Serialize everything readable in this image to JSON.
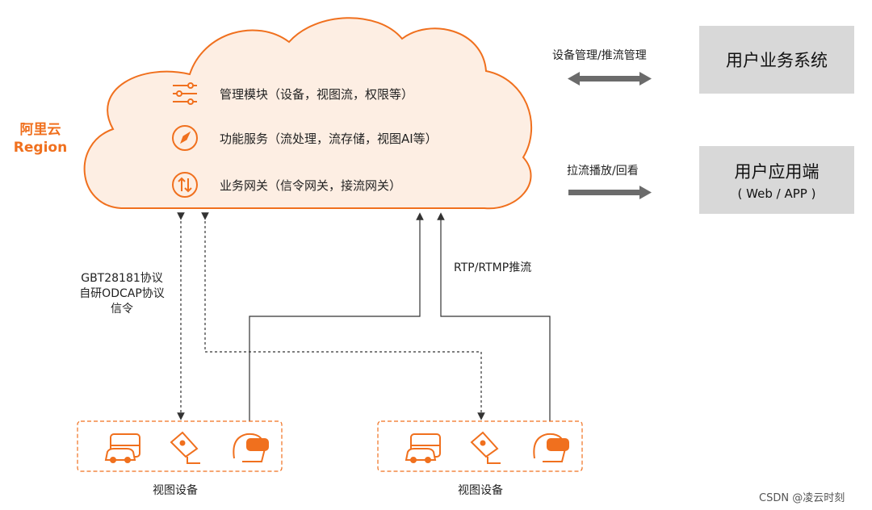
{
  "region": {
    "line1": "阿里云",
    "line2": "Region"
  },
  "cloud": {
    "items": [
      {
        "label": "管理模块（设备，视图流，权限等）",
        "icon": "sliders-icon"
      },
      {
        "label": "功能服务（流处理，流存储，视图AI等）",
        "icon": "compass-icon"
      },
      {
        "label": "业务网关（信令网关，接流网关）",
        "icon": "exchange-icon"
      }
    ]
  },
  "right": {
    "arrow1_label": "设备管理/推流管理",
    "arrow2_label": "拉流播放/回看",
    "box1_title": "用户业务系统",
    "box2_title": "用户应用端",
    "box2_sub": "( Web / APP )"
  },
  "links": {
    "signal_line1": "GBT28181协议",
    "signal_line2": "自研ODCAP协议",
    "signal_line3": "信令",
    "push_label": "RTP/RTMP推流"
  },
  "devices": {
    "group1_label": "视图设备",
    "group2_label": "视图设备",
    "icons": [
      "vehicle-icon",
      "camera-icon",
      "vr-headset-icon"
    ]
  },
  "watermark": "CSDN @凌云时刻",
  "colors": {
    "accent": "#f0701e",
    "cloud_fill": "#fdeee3",
    "box_fill": "#d8d8d8",
    "arrow": "#6b6b6b"
  }
}
